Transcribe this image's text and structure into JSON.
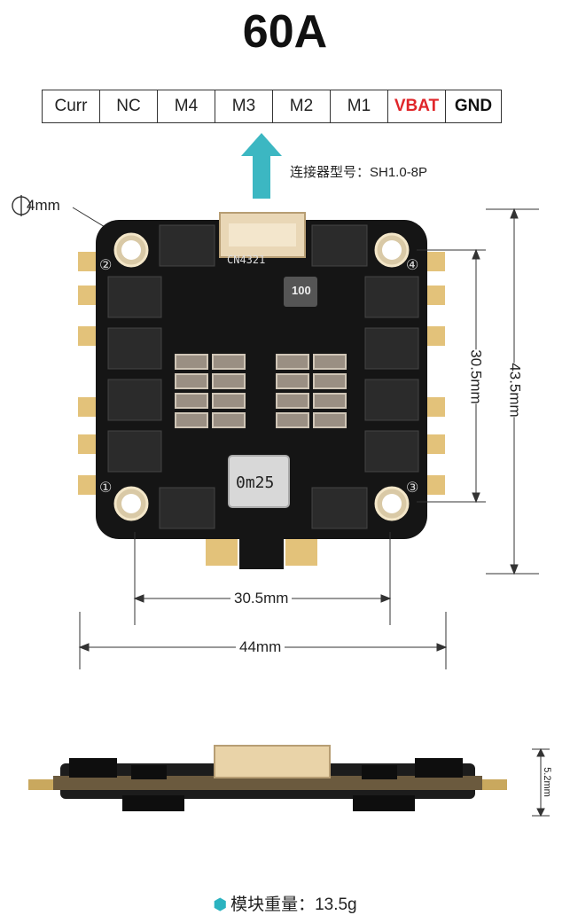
{
  "title": "60A",
  "pinout": [
    {
      "label": "Curr",
      "color": "normal"
    },
    {
      "label": "NC",
      "color": "normal"
    },
    {
      "label": "M4",
      "color": "normal"
    },
    {
      "label": "M3",
      "color": "normal"
    },
    {
      "label": "M2",
      "color": "normal"
    },
    {
      "label": "M1",
      "color": "normal"
    },
    {
      "label": "VBAT",
      "color": "red"
    },
    {
      "label": "GND",
      "color": "bold"
    }
  ],
  "connector": {
    "label": "连接器型号：SH1.0-8P"
  },
  "hole": {
    "label": "4mm"
  },
  "board": {
    "connector_silk": "CN4321",
    "inductor_marking": "100",
    "capacitor_marking": "0m25",
    "corner_numbers": [
      "②",
      "④",
      "①",
      "③"
    ]
  },
  "dimensions": {
    "mount_width": "30.5mm",
    "board_width": "44mm",
    "mount_height": "30.5mm",
    "board_height": "43.5mm",
    "thickness": "5.2mm"
  },
  "weight": {
    "label": "模块重量：13.5g"
  },
  "colors": {
    "accent": "#2bb3c0",
    "vbat": "#e0262a",
    "pcb": "#151515",
    "gold": "#e3c27a"
  }
}
